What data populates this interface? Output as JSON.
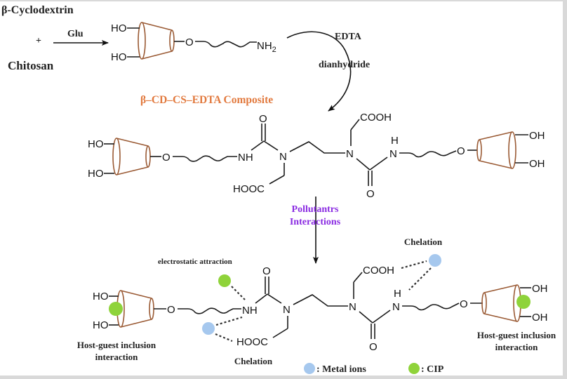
{
  "reactants": {
    "reactant_1": "β-Cyclodextrin",
    "plus": "+",
    "reactant_2": "Chitosan",
    "reagent_1": "Glu"
  },
  "intermediate": {
    "groups": {
      "ho_top": "HO",
      "ho_bottom": "HO",
      "o_link": "O",
      "nh2_main": "NH",
      "nh2_sub": "2"
    }
  },
  "step_2": {
    "reagent_line_1": "EDTA",
    "reagent_line_2": "dianhydride"
  },
  "product": {
    "title": "β–CD–CS–EDTA Composite",
    "title_color": "#e27a3f",
    "atoms": {
      "ho_left_top": "HO",
      "ho_left_bottom": "HO",
      "o_left": "O",
      "nh_left": "NH",
      "carbonyl_o_left": "O",
      "n_left": "N",
      "hooc": "HOOC",
      "cooh": "COOH",
      "n_right": "N",
      "h_right": "H",
      "n_h_right": "N",
      "carbonyl_o_right": "O",
      "o_right": "O",
      "oh_right_top": "OH",
      "oh_right_bottom": "OH"
    }
  },
  "step_3": {
    "label_line_1": "Pollutantrs",
    "label_line_2": "Interactions",
    "label_color": "#8a2be2"
  },
  "interactions": {
    "electrostatic": "electrostatic attraction",
    "chelation_top": "Chelation",
    "chelation_bottom": "Chelation",
    "host_guest_left_1": "Host-guest inclusion",
    "host_guest_left_2": "interaction",
    "host_guest_right_1": "Host-guest inclusion",
    "host_guest_right_2": "interaction"
  },
  "legend": {
    "items": [
      {
        "label": ": Metal ions",
        "color": "#a6c8ee"
      },
      {
        "label": ": CIP",
        "color": "#8fd33a"
      }
    ]
  },
  "colors": {
    "cyclodextrin_cup": "#9a5a34",
    "metal_ion": "#a6c8ee",
    "cip": "#8fd33a"
  }
}
